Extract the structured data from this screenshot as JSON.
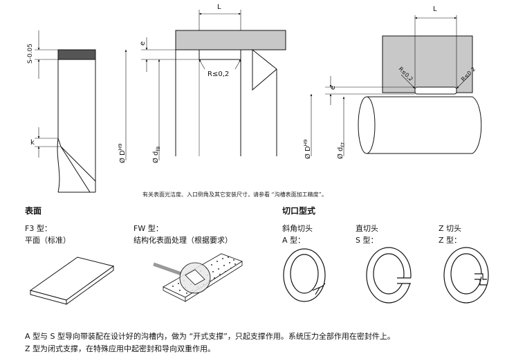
{
  "drawing": {
    "labels": {
      "s_tol": "S-0.05",
      "k": "k",
      "L1": "L",
      "e1": "e",
      "D1": "Ø D",
      "D1_sup": "H9",
      "d1": "Ø d",
      "d1_sub": "f8",
      "R1": "R≤0,2",
      "L2": "L",
      "e2": "e",
      "D2": "Ø D",
      "D2_sup": "H9",
      "d2": "Ø d",
      "d2_sub": "f7",
      "R2a": "R≤0,2",
      "R2b": "R≤0,2"
    },
    "note": "有关表面光洁度、入口倒角及其它安装尺寸，请参看 “沟槽表面加工精度”。"
  },
  "surface": {
    "title": "表面",
    "f3_label": "F3 型：",
    "f3_desc": "平面（标准）",
    "fw_label": "FW 型：",
    "fw_desc": "结构化表面处理（根据要求）"
  },
  "cut": {
    "title": "切口型式",
    "a_line1": "斜角切头",
    "a_line2": "A 型：",
    "s_line1": "直切头",
    "s_line2": "S 型：",
    "z_line1": "Z 切头",
    "z_line2": "Z 型："
  },
  "footer": {
    "line1": "A 型与 S 型导向带装配在设计好的沟槽内，做为 “开式支撑”，只起支撑作用。系统压力全部作用在密封件上。",
    "line2": "Z 型为闭式支撑，在特殊应用中起密封和导向双重作用。"
  }
}
